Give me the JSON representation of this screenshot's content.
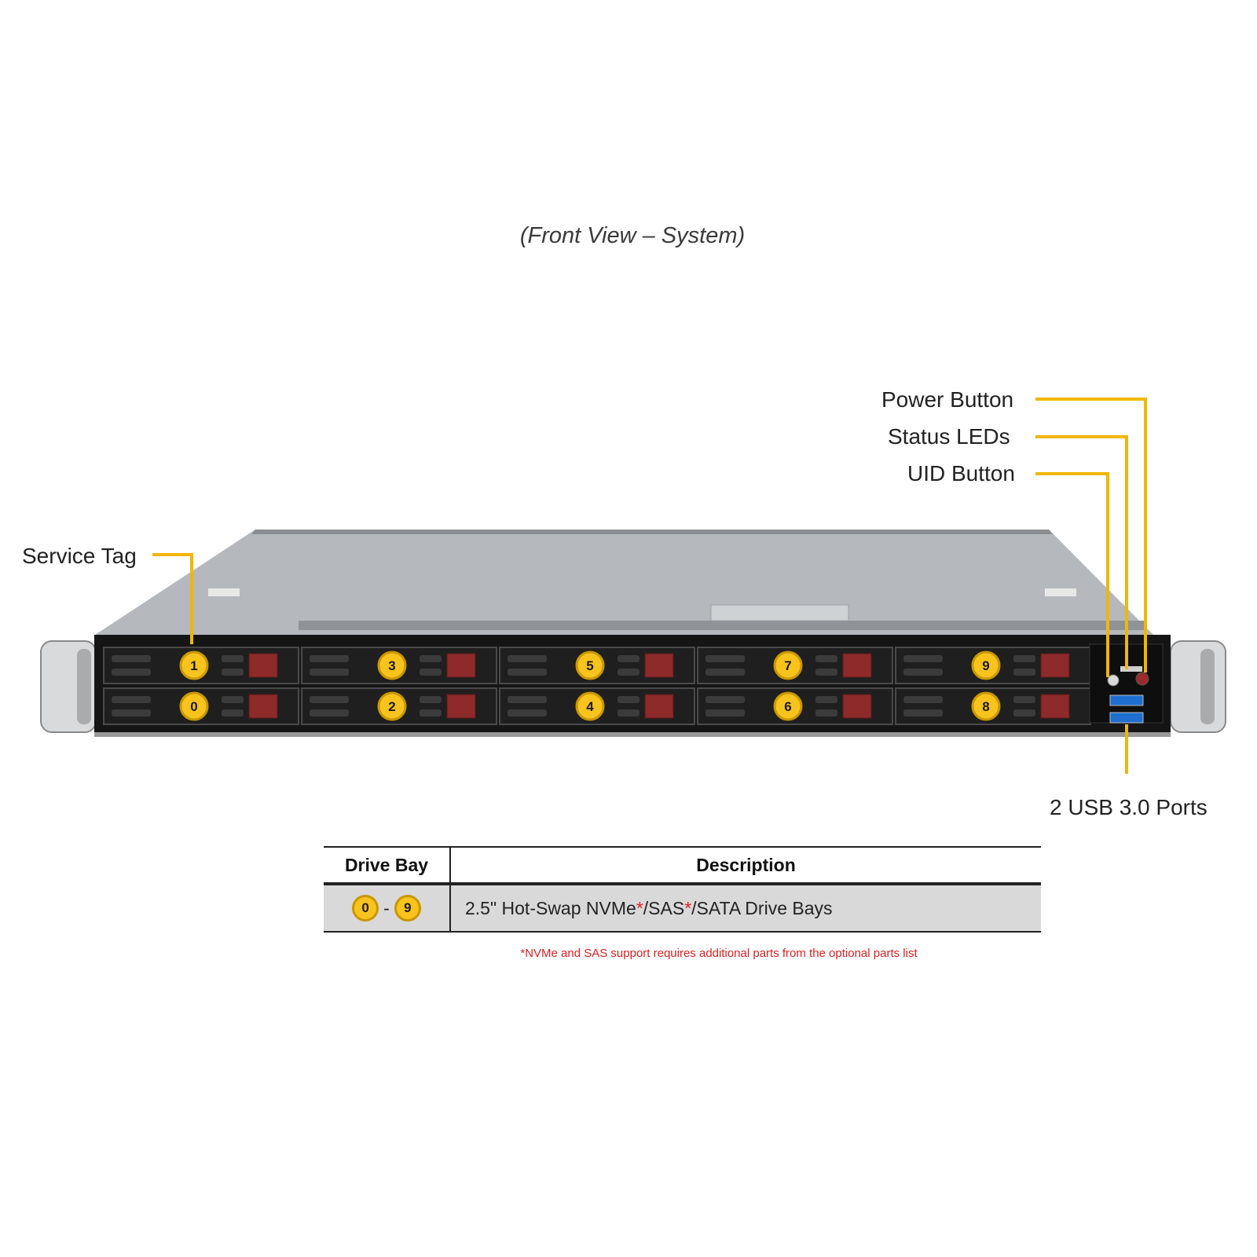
{
  "title": "(Front View – System)",
  "callouts": {
    "power_button": "Power Button",
    "status_leds": "Status LEDs",
    "uid_button": "UID Button",
    "service_tag": "Service Tag",
    "usb_ports": "2 USB 3.0 Ports"
  },
  "drive_bays": {
    "top_row": [
      "1",
      "3",
      "5",
      "7",
      "9"
    ],
    "bottom_row": [
      "0",
      "2",
      "4",
      "6",
      "8"
    ]
  },
  "table": {
    "headers": [
      "Drive Bay",
      "Description"
    ],
    "row": {
      "bay_start": "0",
      "separator": "-",
      "bay_end": "9",
      "desc_part1": "2.5\" Hot-Swap  NVMe",
      "asterisk1": "*",
      "desc_part2": "/SAS",
      "asterisk2": "*",
      "desc_part3": "/SATA Drive  Bays"
    }
  },
  "footnote": "*NVMe and SAS support requires  additional parts from the optional parts list",
  "colors": {
    "callout_line": "#f2b600",
    "badge_fill": "#f7c31c",
    "chassis_top": "#b8bcc0",
    "front_panel": "#141414",
    "latch": "#8e2a2a",
    "usb": "#1e6fd0",
    "footnote": "#e02020"
  }
}
